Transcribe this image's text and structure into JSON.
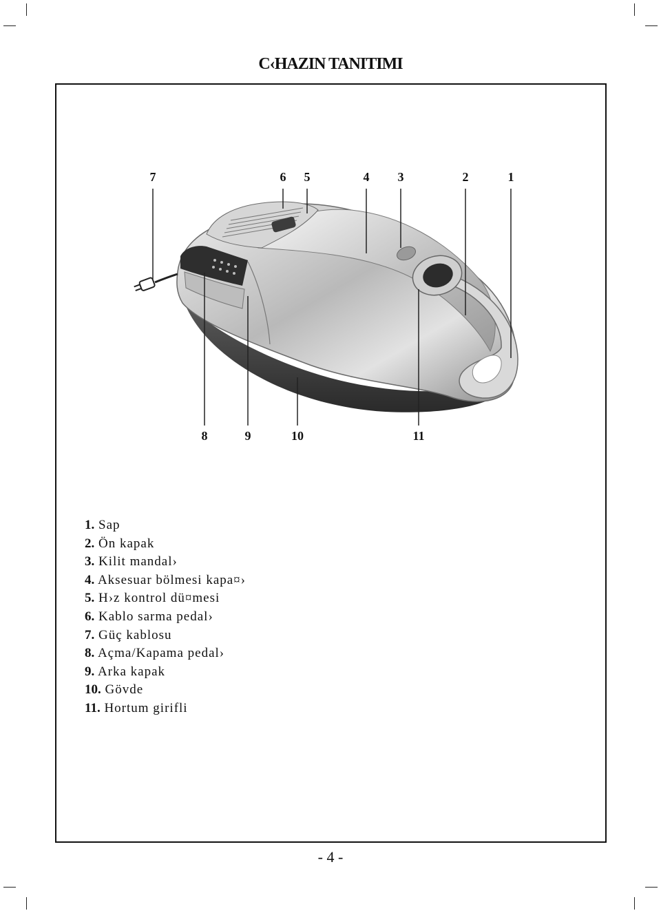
{
  "page": {
    "title": "C‹HAZIN TANITIMI",
    "page_number": "- 4 -"
  },
  "callouts": {
    "c1": "1",
    "c2": "2",
    "c3": "3",
    "c4": "4",
    "c5": "5",
    "c6": "6",
    "c7": "7",
    "c8": "8",
    "c9": "9",
    "c10": "10",
    "c11": "11"
  },
  "parts": [
    {
      "num": "1.",
      "label": "Sap"
    },
    {
      "num": "2.",
      "label": "Ön kapak"
    },
    {
      "num": "3.",
      "label": "Kilit mandal›"
    },
    {
      "num": "4.",
      "label": "Aksesuar bölmesi kapa¤›"
    },
    {
      "num": "5.",
      "label": "H›z kontrol dü¤mesi"
    },
    {
      "num": "6.",
      "label": "Kablo sarma pedal›"
    },
    {
      "num": "7.",
      "label": "Güç kablosu"
    },
    {
      "num": "8.",
      "label": "Açma/Kapama pedal›"
    },
    {
      "num": "9.",
      "label": "Arka kapak"
    },
    {
      "num": "10.",
      "label": "Gövde"
    },
    {
      "num": "11.",
      "label": "Hortum girifli"
    }
  ],
  "colors": {
    "body_silver": "#c9c9c9",
    "base_dark": "#3a3a3a",
    "ink": "#111111"
  }
}
